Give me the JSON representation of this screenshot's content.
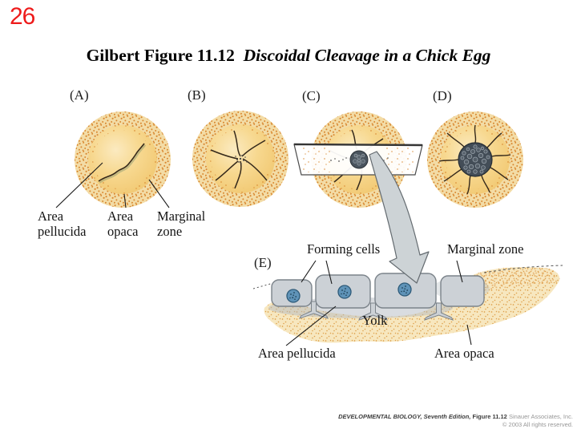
{
  "slide": {
    "number": "26"
  },
  "title": {
    "prefix": "Gilbert Figure 11.12",
    "italic": "Discoidal Cleavage in a Chick Egg"
  },
  "panels": {
    "a": "(A)",
    "b": "(B)",
    "c": "(C)",
    "d": "(D)",
    "e": "(E)"
  },
  "egg_labels": {
    "area_pellucida": "Area pellucida",
    "area_opaca": "Area opaca",
    "marginal_zone": "Marginal zone"
  },
  "section_labels": {
    "forming_cells": "Forming cells",
    "marginal_zone": "Marginal zone",
    "yolk": "Yolk",
    "area_pellucida": "Area pellucida",
    "area_opaca": "Area opaca"
  },
  "credits": {
    "book": "DEVELOPMENTAL BIOLOGY, Seventh Edition,",
    "figure": "Figure 11.12",
    "publisher": "Sinauer Associates, Inc.",
    "copyright": "© 2003 All rights reserved."
  },
  "colors": {
    "slide_number": "#ee1b1b",
    "egg_ring_base": "#f3dca6",
    "egg_stipple_dot": "#d8872f",
    "egg_inner": "#f6d58a",
    "furrow": "#35291b",
    "blastoderm": "#434d57",
    "cell_fill": "#ccd1d6",
    "nucleus": "#5f93b8",
    "yolk": "#f7e7bf",
    "arrow": "#cdd3d6"
  }
}
